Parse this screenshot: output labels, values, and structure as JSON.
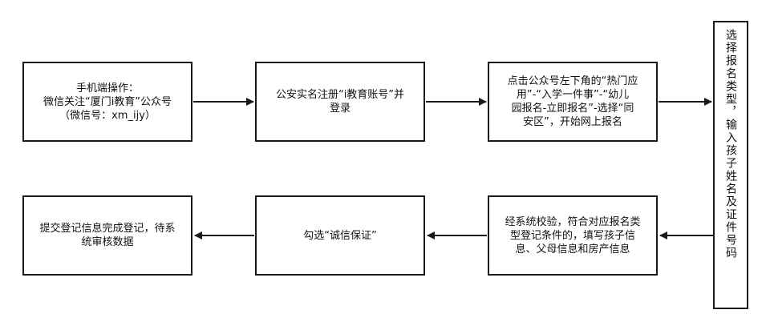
{
  "flow": {
    "step1": "手机端操作：\n微信关注“厦门i教育”公众号\n（微信号：xm_ijy）",
    "step2": "公安实名注册“i教育账号”并\n登录",
    "step3": "点击公众号左下角的“热门应\n用”-“入学一件事”-“幼儿\n园报名-立即报名”-选择“同\n安区”，开始网上报名",
    "step4": "选择报名类型，输入孩子姓名及证件号码",
    "step5": "经系统校验，符合对应报名类\n型登记条件的，填写孩子信\n息、父母信息和房产信息",
    "step6": "勾选“诚信保证”",
    "step7": "提交登记信息完成登记，待系\n统审核数据"
  }
}
